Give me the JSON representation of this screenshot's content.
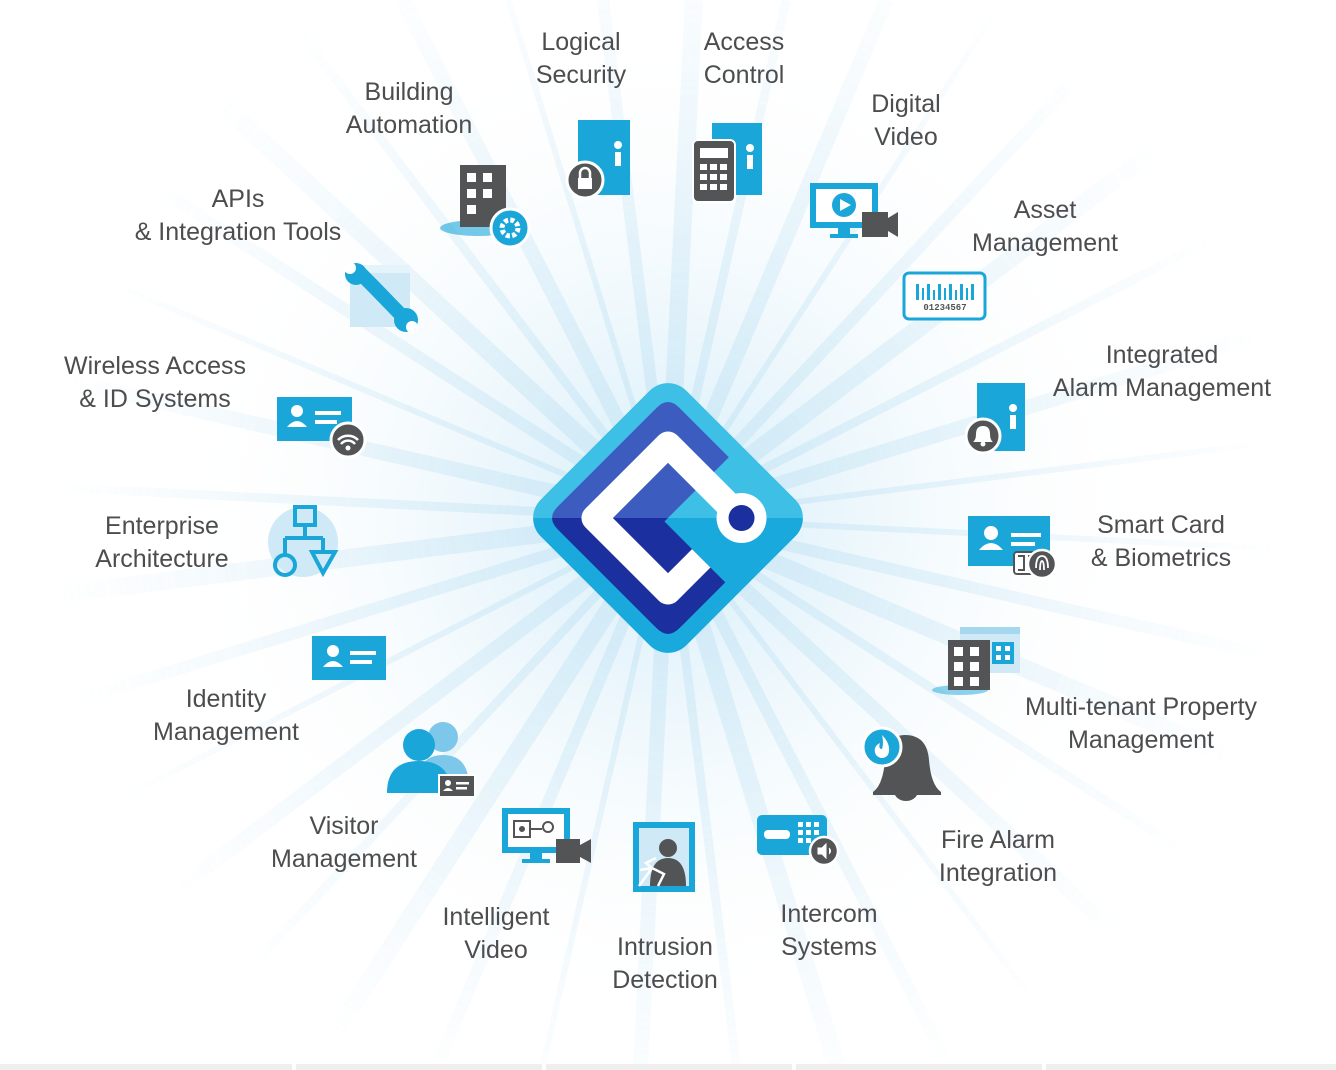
{
  "center": {
    "name": "logo"
  },
  "items": [
    {
      "id": "logical-security",
      "lines": [
        "Logical",
        "Security"
      ],
      "icon": "door-lock-icon"
    },
    {
      "id": "access-control",
      "lines": [
        "Access",
        "Control"
      ],
      "icon": "door-keypad-icon"
    },
    {
      "id": "building-automation",
      "lines": [
        "Building",
        "Automation"
      ],
      "icon": "building-gear-icon"
    },
    {
      "id": "digital-video",
      "lines": [
        "Digital",
        "Video"
      ],
      "icon": "monitor-camera-icon"
    },
    {
      "id": "apis",
      "lines": [
        "APIs",
        "& Integration Tools"
      ],
      "icon": "wrench-window-icon"
    },
    {
      "id": "asset-management",
      "lines": [
        "Asset",
        "Management"
      ],
      "icon": "barcode-icon",
      "barcode": "01234567"
    },
    {
      "id": "wireless-access",
      "lines": [
        "Wireless Access",
        "& ID Systems"
      ],
      "icon": "id-card-wifi-icon"
    },
    {
      "id": "integrated-alarm",
      "lines": [
        "Integrated",
        "Alarm Management"
      ],
      "icon": "door-bell-icon"
    },
    {
      "id": "enterprise-architecture",
      "lines": [
        "Enterprise",
        "Architecture"
      ],
      "icon": "flowchart-icon"
    },
    {
      "id": "smart-card",
      "lines": [
        "Smart Card",
        "& Biometrics"
      ],
      "icon": "card-fingerprint-icon"
    },
    {
      "id": "identity-management",
      "lines": [
        "Identity",
        "Management"
      ],
      "icon": "id-card-icon"
    },
    {
      "id": "multi-tenant",
      "lines": [
        "Multi-tenant Property",
        "Management"
      ],
      "icon": "buildings-icon"
    },
    {
      "id": "visitor-management",
      "lines": [
        "Visitor",
        "Management"
      ],
      "icon": "people-badge-icon"
    },
    {
      "id": "fire-alarm",
      "lines": [
        "Fire Alarm",
        "Integration"
      ],
      "icon": "bell-flame-icon"
    },
    {
      "id": "intelligent-video",
      "lines": [
        "Intelligent",
        "Video"
      ],
      "icon": "monitor-analytics-camera-icon"
    },
    {
      "id": "intercom",
      "lines": [
        "Intercom",
        "Systems"
      ],
      "icon": "intercom-icon"
    },
    {
      "id": "intrusion-detection",
      "lines": [
        "Intrusion",
        "Detection"
      ],
      "icon": "broken-window-icon"
    }
  ],
  "colors": {
    "cyan": "#1ba6d9",
    "gray": "#535456",
    "dark_blue": "#1b2f9e",
    "mid_blue": "#3d5cc0",
    "text": "#4d4d4f"
  }
}
